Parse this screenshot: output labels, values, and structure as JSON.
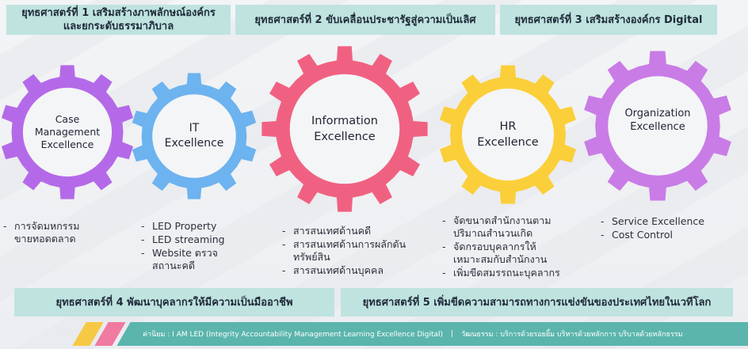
{
  "strategies": [
    {
      "id": "s1",
      "label": "ยุทธศาสตร์ที่ 1 เสริมสร้างภาพลักษณ์องค์กร และยกระดับธรรมาภิบาล"
    },
    {
      "id": "s2",
      "label": "ยุทธศาสตร์ที่ 2 ขับเคลื่อนประชารัฐสู่ความเป็นเลิศ"
    },
    {
      "id": "s3",
      "label": "ยุทธศาสตร์ที่ 3 เสริมสร้างองค์กร Digital"
    },
    {
      "id": "s4",
      "label": "ยุทธศาสตร์ที่ 4 พัฒนาบุคลากรให้มีความเป็นมืออาชีพ"
    },
    {
      "id": "s5",
      "label": "ยุทธศาสตร์ที่ 5 เพิ่มขีดความสามารถทางการแข่งขันของประเทศไทยในเวทีโลก"
    }
  ],
  "gears": [
    {
      "label": "Case\nManagement\nExcellence",
      "color": "#b46ae8",
      "bullets": [
        "การจัดมหกรรม\nขายทอดตลาด"
      ]
    },
    {
      "label": "IT\nExcellence",
      "color": "#6cb3ef",
      "bullets": [
        "LED Property",
        "LED streaming",
        "Website ตรวจ\nสถานะคดี"
      ]
    },
    {
      "label": "Information\nExcellence",
      "color": "#f06181",
      "bullets": [
        "สารสนเทศด้านคดี",
        "สารสนเทศด้านการผลักดัน\nทรัพย์สิน",
        "สารสนเทศด้านบุคคล"
      ]
    },
    {
      "label": "HR\nExcellence",
      "color": "#fbcf3a",
      "bullets": [
        "จัดขนาดสำนักงานตาม\nปริมาณสำนวนเกิด",
        "จัดกรอบบุคลากรให้\nเหมาะสมกับสำนักงาน",
        "เพิ่มขีดสมรรถนะบุคลากร"
      ]
    },
    {
      "label": "Organization\nExcellence",
      "color": "#c97ce6",
      "bullets": [
        "Service Excellence",
        "Cost Control"
      ]
    }
  ],
  "footer": {
    "values": "ค่านิยม : I AM LED (Integrity Accountability Management Learning Excellence Digital)",
    "culture": "วัฒนธรรม : บริการด้วยรอยยิ้ม บริหารด้วยหลักการ บริบาลด้วยหลักธรรม",
    "stripe_colors": [
      "#f6c945",
      "#f17aa0",
      "#5bb5ad"
    ]
  }
}
